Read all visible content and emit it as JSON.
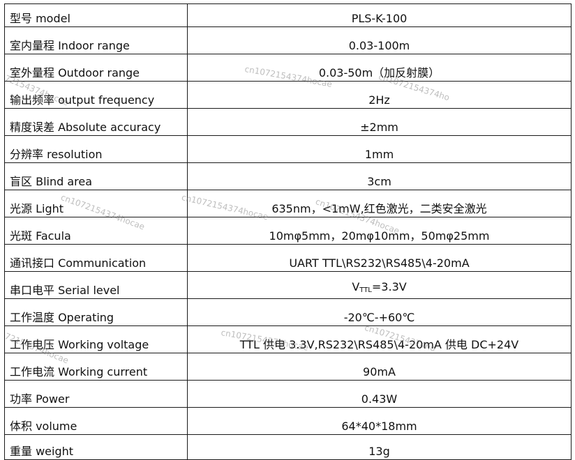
{
  "spec_table": {
    "rows": [
      {
        "label": "型号 model",
        "value": "PLS-K-100"
      },
      {
        "label": "室内量程 Indoor range",
        "value": "0.03-100m"
      },
      {
        "label": "室外量程 Outdoor range",
        "value": "0.03-50m（加反射膜）"
      },
      {
        "label": "输出频率 output frequency",
        "value": "2Hz"
      },
      {
        "label": "精度误差 Absolute accuracy",
        "value": "±2mm"
      },
      {
        "label": "分辨率 resolution",
        "value": "1mm"
      },
      {
        "label": "盲区 Blind area",
        "value": "3cm"
      },
      {
        "label": "光源 Light",
        "value": "635nm，<1mW,红色激光，二类安全激光"
      },
      {
        "label": "光斑 Facula",
        "value": "10mφ5mm，20mφ10mm，50mφ25mm"
      },
      {
        "label": "通讯接口 Communication",
        "value": "UART TTL\\RS232\\RS485\\4-20mA"
      },
      {
        "label": "串口电平 Serial level",
        "value_prefix": "V",
        "value_sub": "TTL",
        "value_suffix": "=3.3V"
      },
      {
        "label": "工作温度 Operating",
        "value": "-20℃-+60℃"
      },
      {
        "label": "工作电压 Working voltage",
        "value": "TTL 供电 3.3V,RS232\\RS485\\4-20mA 供电 DC+24V"
      },
      {
        "label": "工作电流 Working current",
        "value": "90mA"
      },
      {
        "label": "功率 Power",
        "value": "0.43W"
      },
      {
        "label": "体积 volume",
        "value": "64*40*18mm"
      },
      {
        "label": "重量 weight",
        "value": "13g"
      }
    ]
  },
  "watermarks": [
    "cn1072154374hocae",
    "cn1072154374ho",
    "72154374hocae",
    "cn1072154374hocae",
    "cn1072154374hocae",
    "cn1072154374hocae",
    "cn1072154374hocae",
    "cn1072154374ho",
    "72154374hocae"
  ]
}
